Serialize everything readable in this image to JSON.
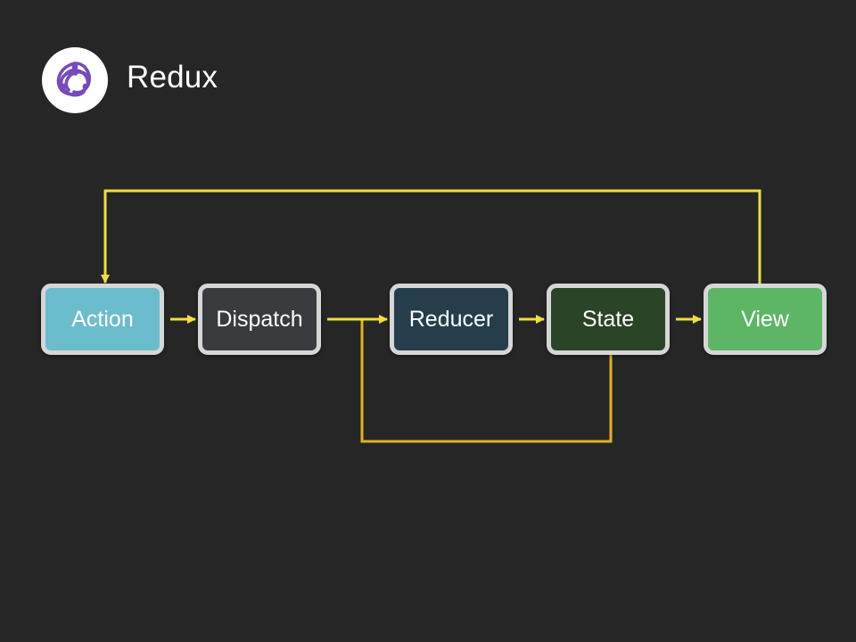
{
  "header": {
    "title": "Redux",
    "logo_icon": "redux-logo-icon"
  },
  "diagram": {
    "nodes": [
      {
        "id": "action",
        "label": "Action",
        "fill": "#6bbccc"
      },
      {
        "id": "dispatch",
        "label": "Dispatch",
        "fill": "#3a3b3e"
      },
      {
        "id": "reducer",
        "label": "Reducer",
        "fill": "#263e4b"
      },
      {
        "id": "state",
        "label": "State",
        "fill": "#2a4427"
      },
      {
        "id": "view",
        "label": "View",
        "fill": "#5cb665"
      }
    ],
    "edges": [
      {
        "from": "action",
        "to": "dispatch"
      },
      {
        "from": "dispatch",
        "to": "reducer"
      },
      {
        "from": "reducer",
        "to": "state"
      },
      {
        "from": "state",
        "to": "view"
      },
      {
        "from": "view",
        "to": "action"
      },
      {
        "from": "state",
        "to": "reducer"
      }
    ],
    "colors": {
      "flow_line": "#eee040",
      "loop_line": "#e3b020",
      "node_border": "#d6d6d6",
      "logo_purple": "#764abc"
    }
  }
}
